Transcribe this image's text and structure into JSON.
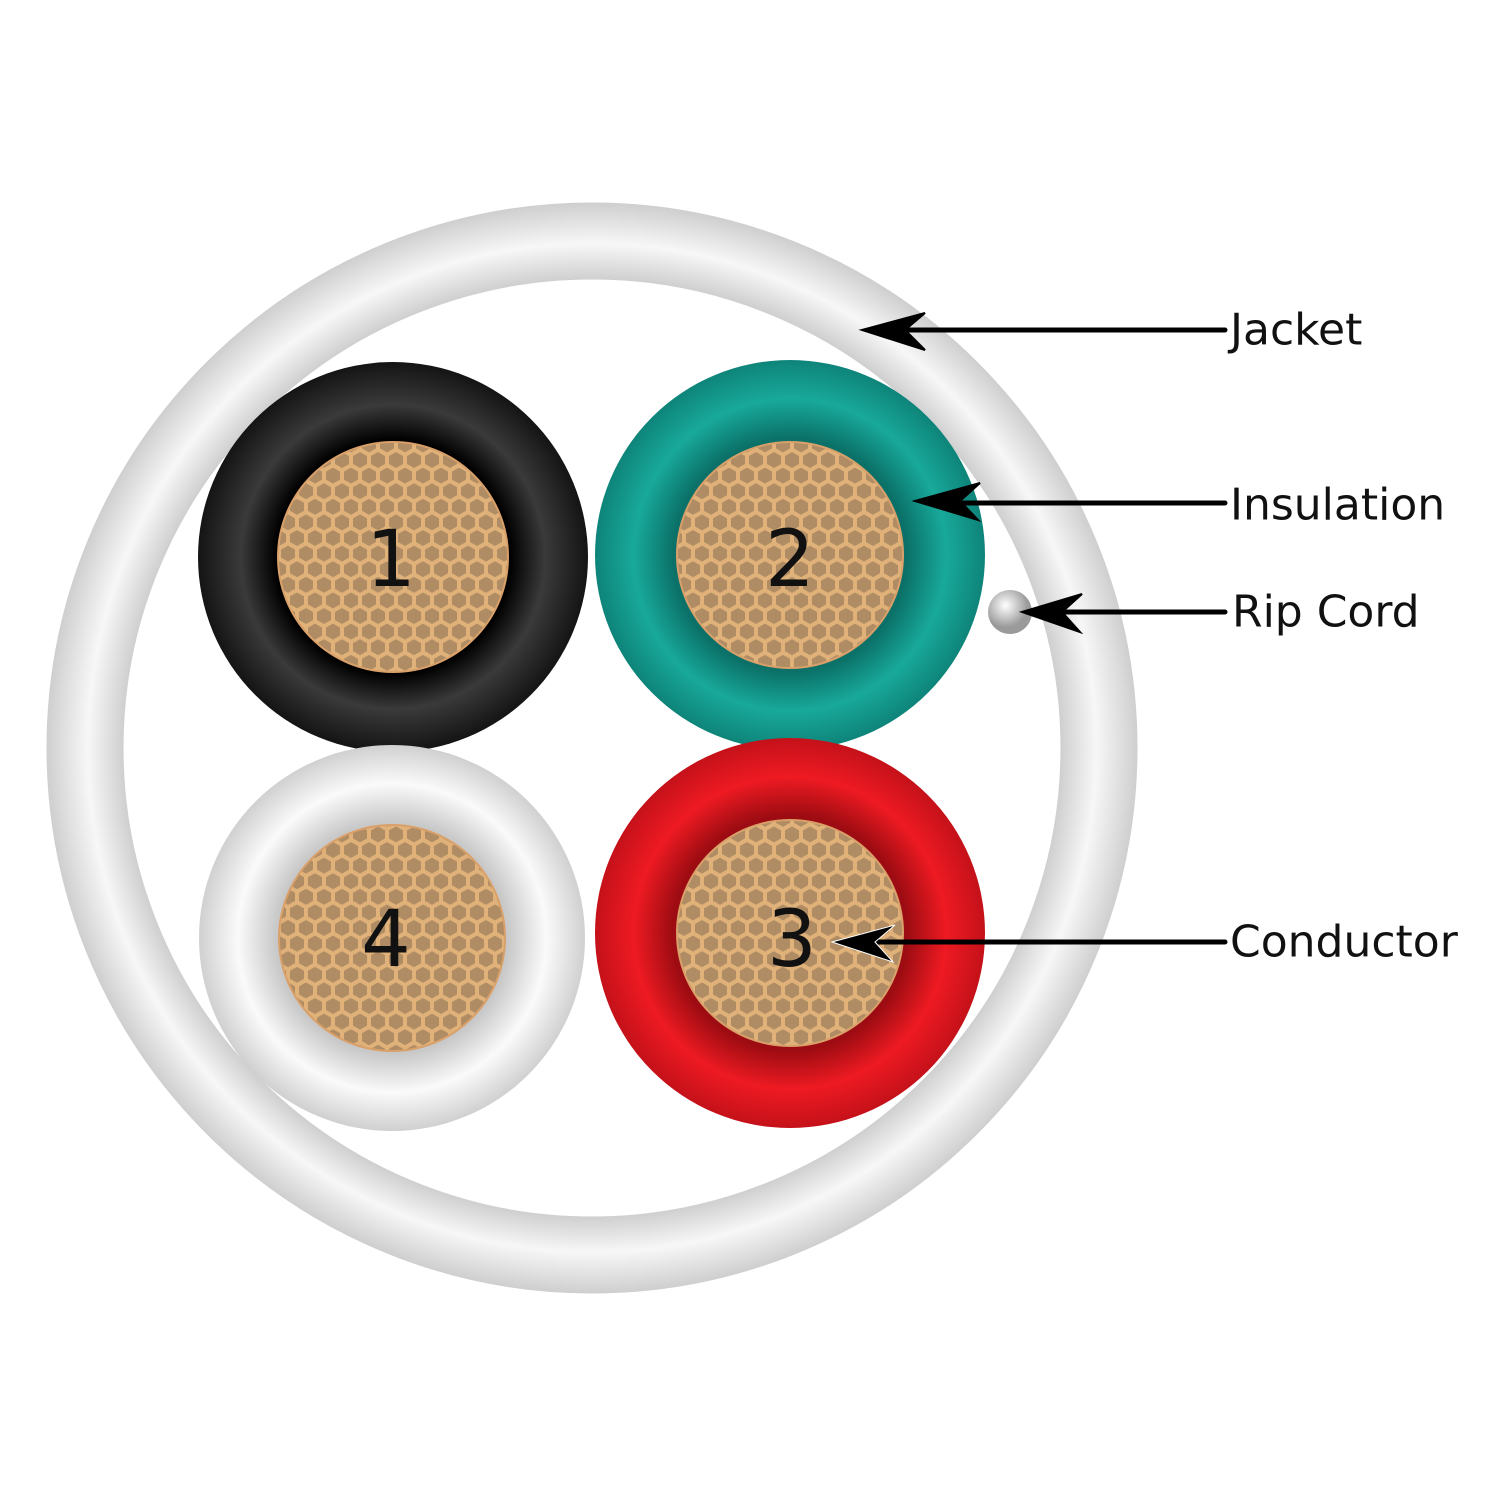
{
  "labels": {
    "jacket": "Jacket",
    "insulation": "Insulation",
    "rip_cord": "Rip Cord",
    "conductor": "Conductor"
  },
  "wires": [
    {
      "number": "1",
      "insulation_color": "#2a2a2a"
    },
    {
      "number": "2",
      "insulation_color": "#14a396"
    },
    {
      "number": "3",
      "insulation_color": "#e8141e"
    },
    {
      "number": "4",
      "insulation_color": "#f2f2f2"
    }
  ],
  "colors": {
    "jacket": "#e6e6e6",
    "conductor": "#b8936a",
    "conductor_grid": "#e0b27a"
  }
}
